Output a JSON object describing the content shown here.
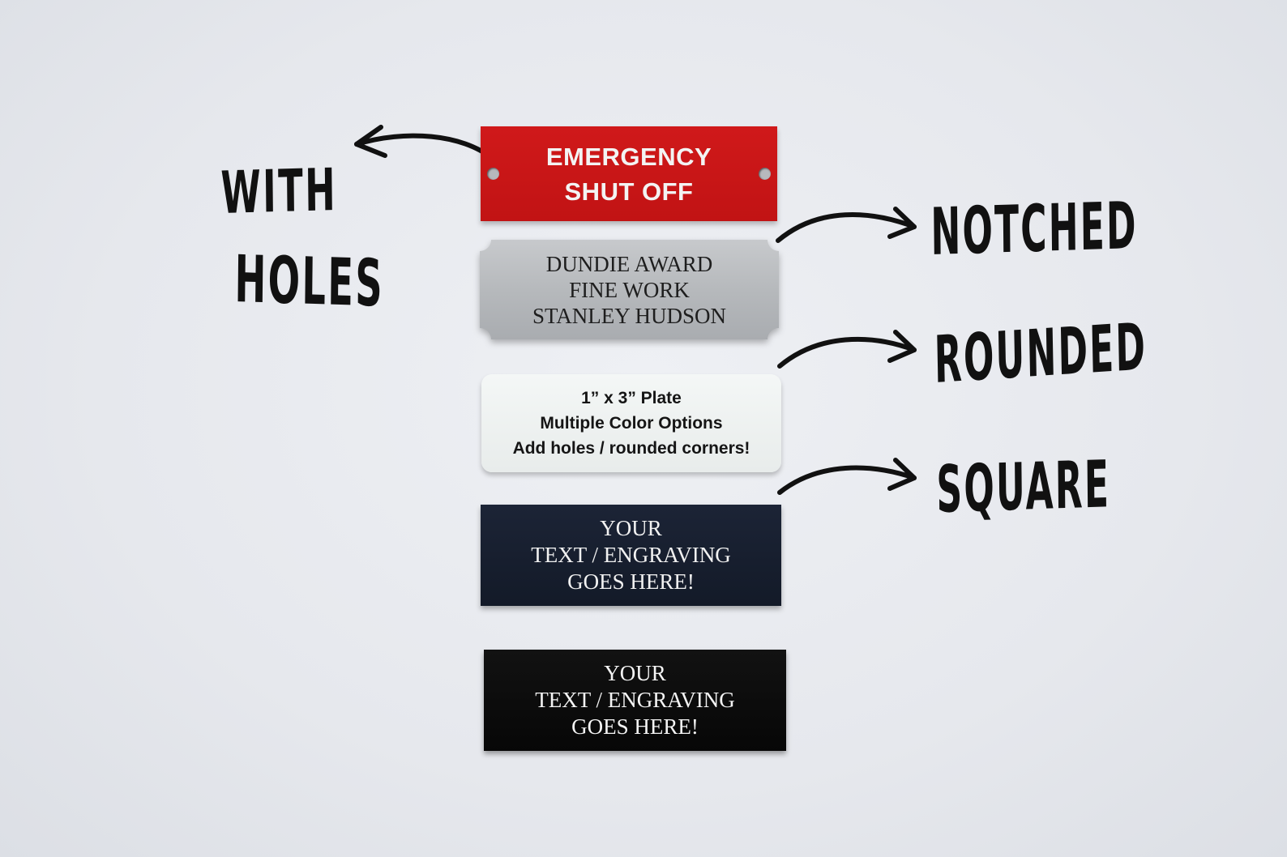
{
  "plates": {
    "red": {
      "lines": [
        "EMERGENCY",
        "SHUT OFF"
      ],
      "color": "#c81617"
    },
    "silver": {
      "lines": [
        "DUNDIE AWARD",
        "FINE WORK",
        "STANLEY HUDSON"
      ],
      "color": "#b9bcbf"
    },
    "white": {
      "lines": [
        "1” x 3” Plate",
        "Multiple Color Options",
        "Add holes / rounded corners!"
      ],
      "color": "#eef1f0"
    },
    "navy": {
      "lines": [
        "YOUR",
        "TEXT / ENGRAVING",
        "GOES HERE!"
      ],
      "color": "#161d2d"
    },
    "black": {
      "lines": [
        "YOUR",
        "TEXT / ENGRAVING",
        "GOES HERE!"
      ],
      "color": "#0b0b0b"
    }
  },
  "labels": {
    "with": "WITH",
    "holes": "HOLES",
    "notched": "NOTCHED",
    "rounded": "ROUNDED",
    "square": "SQUARE"
  }
}
